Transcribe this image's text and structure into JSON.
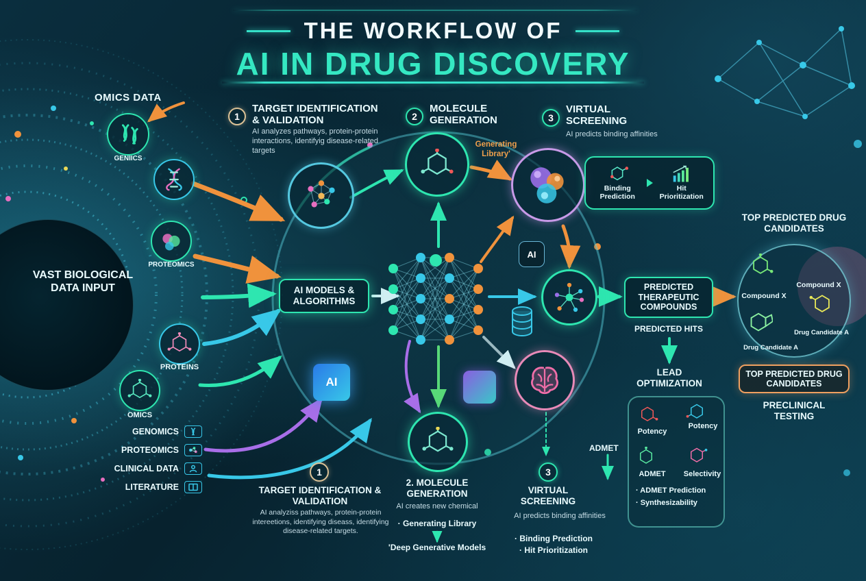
{
  "title": {
    "line1": "THE WORKFLOW OF",
    "line2": "AI IN DRUG DISCOVERY"
  },
  "left_panel": {
    "omics_data_label": "OMICS DATA",
    "input_label": "VAST BIOLOGICAL DATA INPUT",
    "icon_labels": {
      "genomics": "GENIICS",
      "proteomics": "PROTEOMICS",
      "proteins": "PROTEINS",
      "omics": "OMICS"
    },
    "data_sources": [
      "GENOMICS",
      "PROTEOMICS",
      "CLINICAL DATA",
      "LITERATURE"
    ]
  },
  "steps_top": {
    "step1": {
      "num": "1",
      "title": "TARGET IDENTIFICATION & VALIDATION",
      "desc": "AI analyzes pathways, protein-protein interactions, identifyig disease-related targets"
    },
    "step2": {
      "num": "2",
      "title": "MOLECULE GENERATION",
      "note": "Generating Library'"
    },
    "step3": {
      "num": "3",
      "title": "VIRTUAL SCREENING",
      "desc": "AI predicts binding affinities"
    }
  },
  "center": {
    "ai_models_label": "AI MODELS & ALGORITHMS",
    "ai_chip_label": "AI"
  },
  "screening_panel": {
    "binding": "Binding Prediction",
    "hit": "Hit Prioritization"
  },
  "predicted_panel": {
    "box_label": "PREDICTED THERAPEUTIC COMPOUNDS",
    "hits_label": "PREDICTED HITS"
  },
  "lead_optimization": {
    "title": "LEAD OPTIMIZATION",
    "admet_side_label": "ADMET",
    "metric1": "Potency",
    "metric2": "Potency",
    "metric3": "ADMET",
    "metric4": "Selectivity",
    "bullet1": "· ADMET Prediction",
    "bullet2": "· Synthesizability"
  },
  "candidates": {
    "top_title": "TOP PREDICTED DRUG CANDIDATES",
    "compound1": "Compound X",
    "compound2": "Compound X",
    "candidate1": "Drug Candidate A",
    "candidate2": "Drug Candidate A",
    "box_title": "TOP PREDICTED DRUG CANDIDATES",
    "preclinical": "PRECLINICAL TESTING"
  },
  "steps_bottom": {
    "step1": {
      "num": "1",
      "title": "TARGET IDENTIFICATION & VALIDATION",
      "desc": "AI analyziss pathways, protein-protein intereetions, identifying diseass, identifying disease-related targets."
    },
    "step2": {
      "title": "2. MOLECULE GENERATION",
      "desc": "AI creates new chemical",
      "bullet1": "· Generating Library",
      "bullet2": "'Deep Generative Models"
    },
    "step3": {
      "num": "3",
      "title": "VIRTUAL SCREENING",
      "desc": "AI predicts binding affinities",
      "bullet1": "· Binding Prediction",
      "bullet2": "· Hit Prioritization"
    }
  },
  "colors": {
    "accent_teal": "#2ee6b0",
    "accent_cyan": "#38c8e8",
    "accent_orange": "#f0923c",
    "accent_purple": "#a86ee8",
    "accent_pink": "#e86ec0"
  }
}
